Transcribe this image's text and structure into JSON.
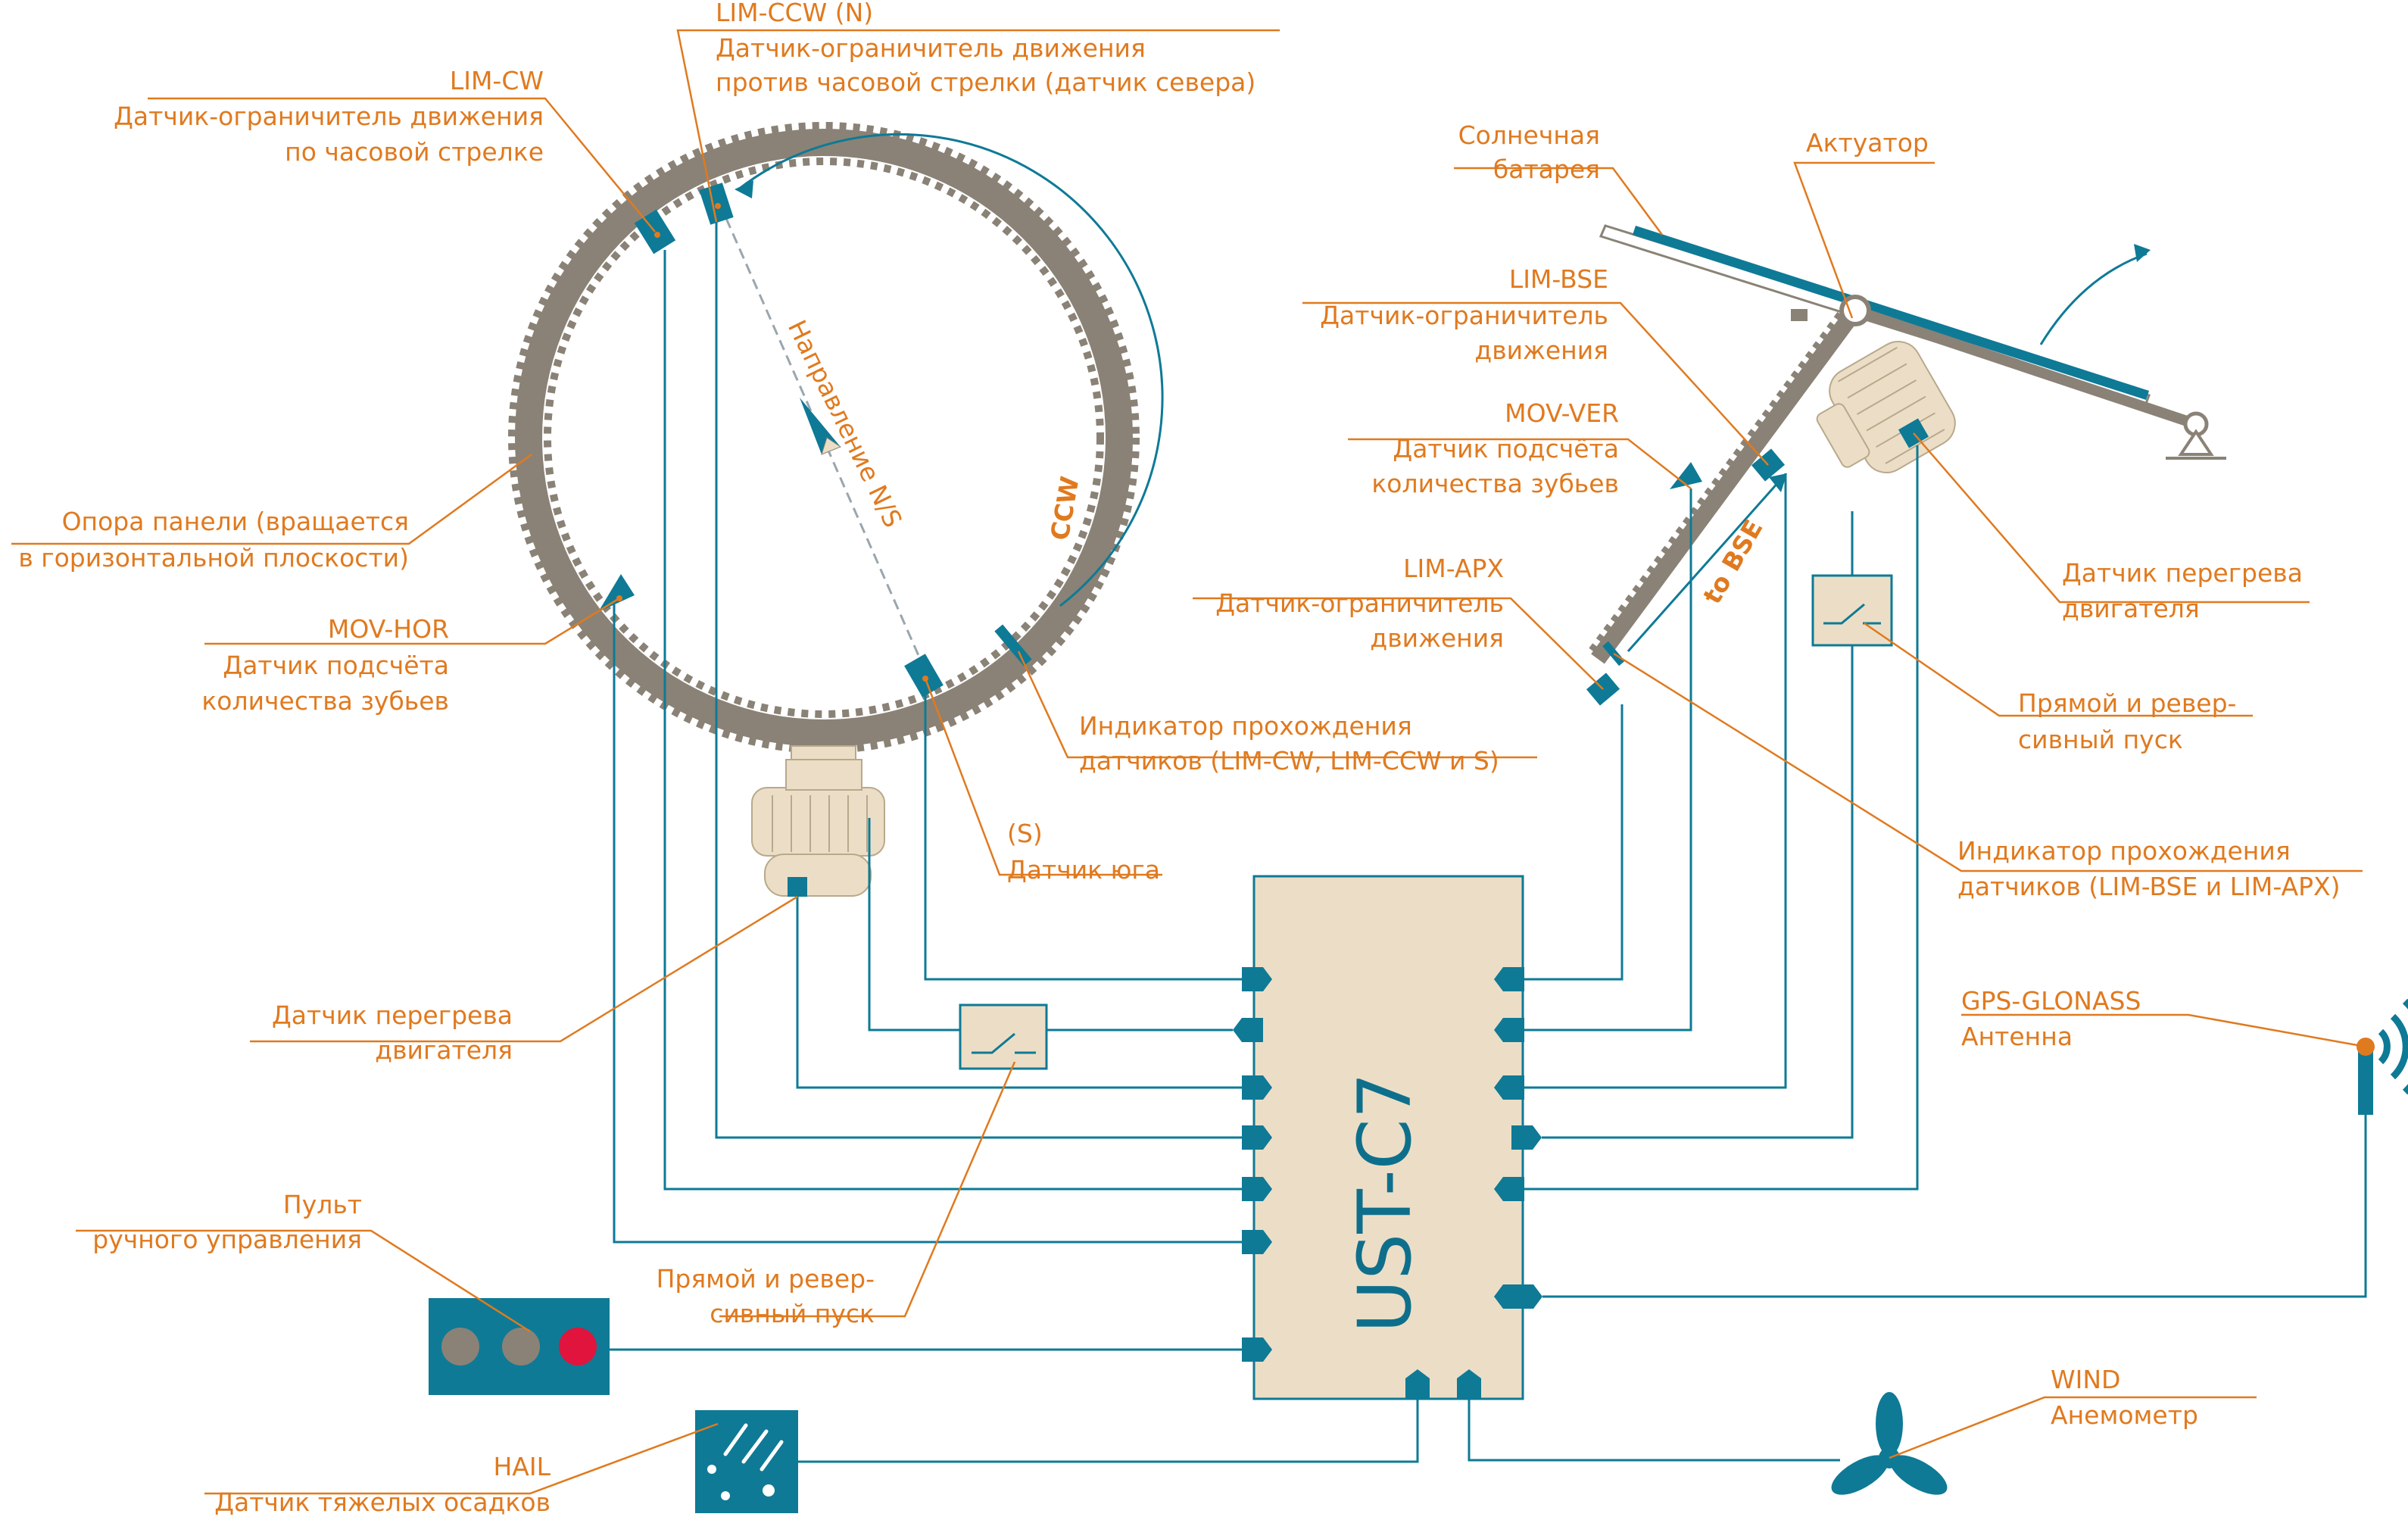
{
  "controller": {
    "name": "UST-C7"
  },
  "labels": {
    "lim_ccw_code": "LIM-CCW (N)",
    "lim_ccw_l1": "Датчик-ограничитель движения",
    "lim_ccw_l2": "против часовой стрелки (датчик севера)",
    "lim_cw_code": "LIM-CW",
    "lim_cw_l1": "Датчик-ограничитель движения",
    "lim_cw_l2": "по часовой стрелке",
    "support_l1": "Опора панели (вращается",
    "support_l2": "в горизонтальной плоскости)",
    "mov_hor_code": "MOV-HOR",
    "mov_hor_l1": "Датчик подсчёта",
    "mov_hor_l2": "количества зубьев",
    "ns_direction": "Направление N/S",
    "ccw": "CCW",
    "pass_ind1_l1": "Индикатор прохождения",
    "pass_ind1_l2": "датчиков (LIM-CW, LIM-CCW и S)",
    "south_code": "(S)",
    "south_l1": "Датчик юга",
    "overheat1_l1": "Датчик перегрева",
    "overheat1_l2": "двигателя",
    "remote_l1": "Пульт",
    "remote_l2": "ручного управления",
    "start1_l1": "Прямой и ревер-",
    "start1_l2": "сивный пуск",
    "hail_code": "HAIL",
    "hail_l1": "Датчик тяжелых осадков",
    "solar_l1": "Солнечная",
    "solar_l2": "батарея",
    "actuator": "Актуатор",
    "lim_bse_code": "LIM-BSE",
    "lim_bse_l1": "Датчик-ограничитель",
    "lim_bse_l2": "движения",
    "mov_ver_code": "MOV-VER",
    "mov_ver_l1": "Датчик подсчёта",
    "mov_ver_l2": "количества зубьев",
    "lim_apx_code": "LIM-APX",
    "lim_apx_l1": "Датчик-ограничитель",
    "lim_apx_l2": "движения",
    "to_bse": "to BSE",
    "overheat2_l1": "Датчик перегрева",
    "overheat2_l2": "двигателя",
    "start2_l1": "Прямой и ревер-",
    "start2_l2": "сивный пуск",
    "pass_ind2_l1": "Индикатор прохождения",
    "pass_ind2_l2": "датчиков (LIM-BSE и LIM-APX)",
    "gps_code": "GPS-GLONASS",
    "gps_l1": "Антенна",
    "wind_code": "WIND",
    "wind_l1": "Анемометр"
  },
  "colors": {
    "accent": "#e07a1f",
    "wire": "#0e7a96",
    "gear": "#8a8276",
    "controller_fill": "#ecdec6",
    "stop_button": "#e0143c"
  }
}
